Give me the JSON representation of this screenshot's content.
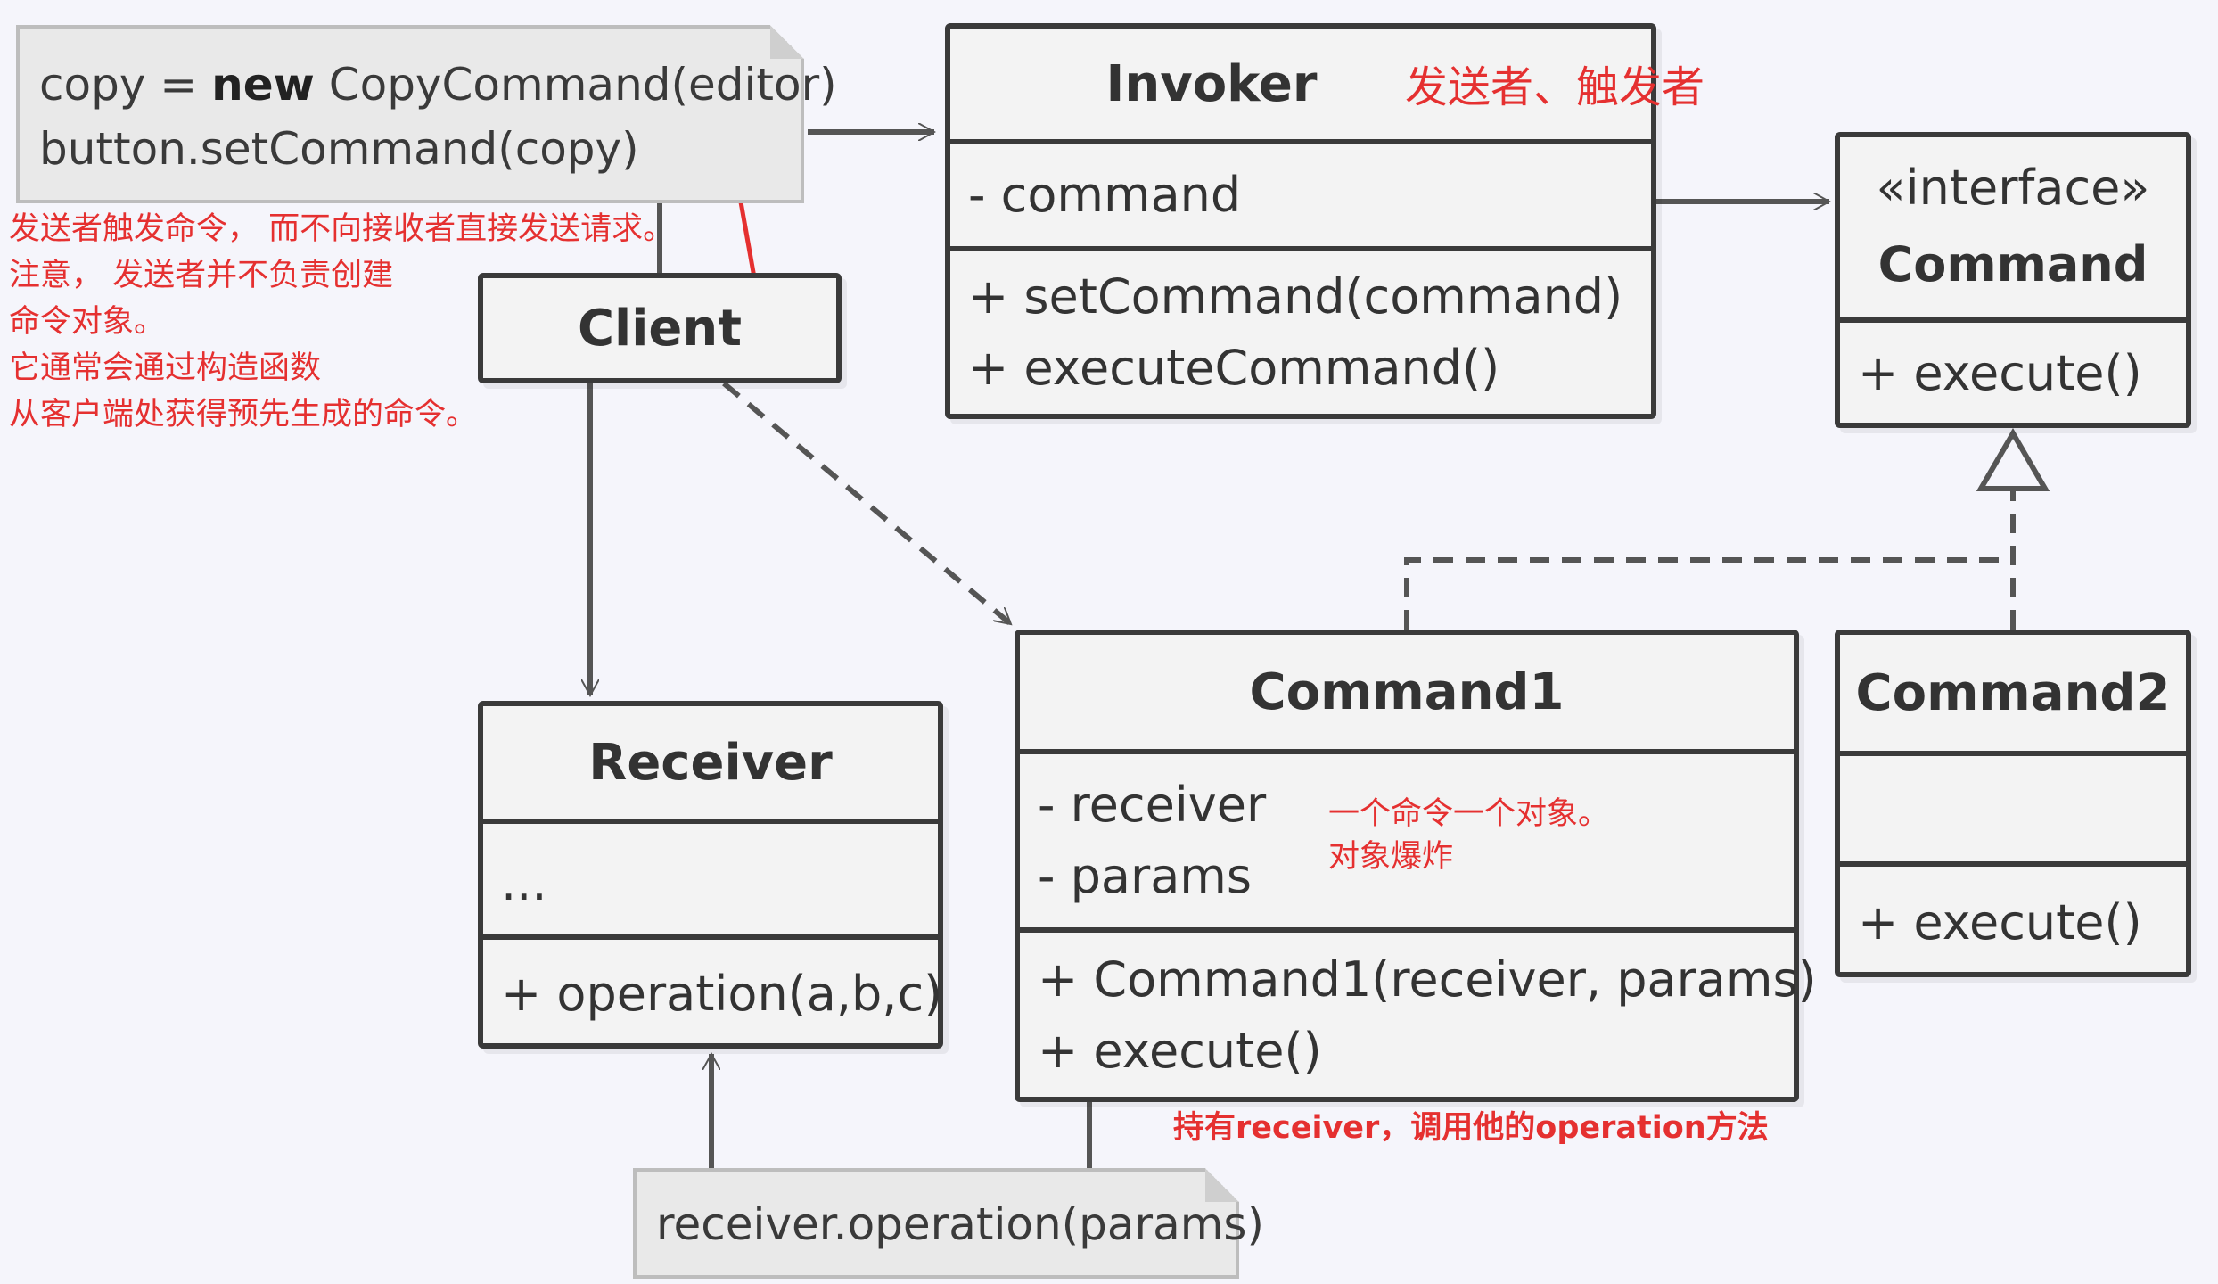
{
  "notes": {
    "client_code": {
      "line1_prefix": "copy = ",
      "line1_keyword": "new",
      "line1_suffix": " CopyCommand(editor)",
      "line2": "button.setCommand(copy)"
    },
    "receiver_call": "receiver.operation(params)"
  },
  "classes": {
    "invoker": {
      "name": "Invoker",
      "fields": [
        "- command"
      ],
      "methods": [
        "+ setCommand(command)",
        "+ executeCommand()"
      ]
    },
    "command_interface": {
      "stereotype": "«interface»",
      "name": "Command",
      "methods": [
        "+ execute()"
      ]
    },
    "client": {
      "name": "Client"
    },
    "receiver": {
      "name": "Receiver",
      "fields": [
        "..."
      ],
      "methods": [
        "+ operation(a,b,c)"
      ]
    },
    "command1": {
      "name": "Command1",
      "fields": [
        "- receiver",
        "- params"
      ],
      "methods": [
        "+ Command1(receiver, params)",
        "+ execute()"
      ]
    },
    "command2": {
      "name": "Command2",
      "fields": [],
      "methods": [
        "+ execute()"
      ]
    }
  },
  "annotations": {
    "invoker_role": "发送者、触发者",
    "sender_note": [
      "发送者触发命令， 而不向接收者直接发送请求。",
      "注意， 发送者并不负责创建",
      "命令对象。",
      "它通常会通过构造函数",
      "从客户端处获得预先生成的命令。"
    ],
    "command1_fields_note": [
      "一个命令一个对象。",
      "对象爆炸"
    ],
    "command1_hold_note": "持有receiver，调用他的operation方法"
  },
  "colors": {
    "box_border": "#3a3a3a",
    "box_fill": "#f3f3f3",
    "note_fill": "#e9e9e9",
    "arrow": "#555555",
    "annotation": "#e53030",
    "background": "#f5f5fb"
  }
}
